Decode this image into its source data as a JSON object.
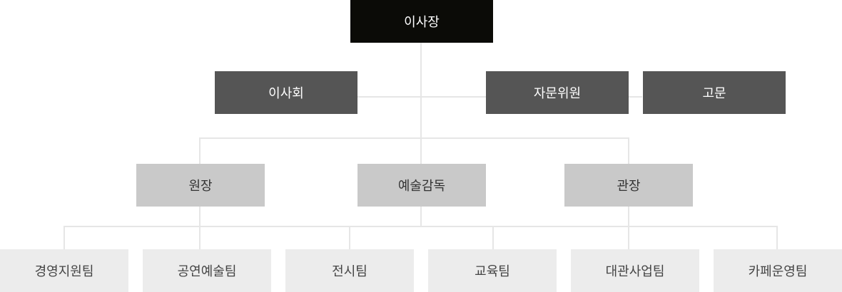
{
  "org_chart": {
    "top": {
      "label": "이사장"
    },
    "advisory": {
      "board": {
        "label": "이사회"
      },
      "advisory_committee": {
        "label": "자문위원"
      },
      "advisor": {
        "label": "고문"
      }
    },
    "directors": [
      {
        "label": "원장"
      },
      {
        "label": "예술감독"
      },
      {
        "label": "관장"
      }
    ],
    "teams": [
      {
        "label": "경영지원팀"
      },
      {
        "label": "공연예술팀"
      },
      {
        "label": "전시팀"
      },
      {
        "label": "교육팀"
      },
      {
        "label": "대관사업팀"
      },
      {
        "label": "카페운영팀"
      }
    ]
  },
  "colors": {
    "top": "#0b0b07",
    "advisory": "#555555",
    "directors": "#c9c9c9",
    "teams": "#ececec",
    "connector": "#e6e6e6"
  }
}
